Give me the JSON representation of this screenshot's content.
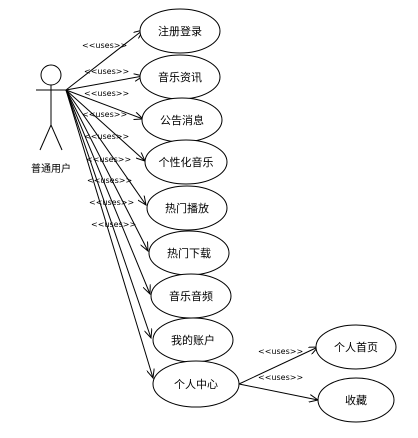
{
  "actor": {
    "label": "普通用户",
    "icon": "stick-figure-icon"
  },
  "stereotype": "<<uses>>",
  "use_cases": [
    {
      "id": "register-login",
      "label": "注册登录"
    },
    {
      "id": "music-news",
      "label": "音乐资讯"
    },
    {
      "id": "announcements",
      "label": "公告消息"
    },
    {
      "id": "personalized-music",
      "label": "个性化音乐"
    },
    {
      "id": "hot-play",
      "label": "热门播放"
    },
    {
      "id": "hot-download",
      "label": "热门下载"
    },
    {
      "id": "music-audio",
      "label": "音乐音频"
    },
    {
      "id": "my-account",
      "label": "我的账户"
    },
    {
      "id": "personal-center",
      "label": "个人中心"
    }
  ],
  "sub_use_cases": [
    {
      "id": "personal-homepage",
      "label": "个人首页"
    },
    {
      "id": "favorites",
      "label": "收藏"
    }
  ]
}
